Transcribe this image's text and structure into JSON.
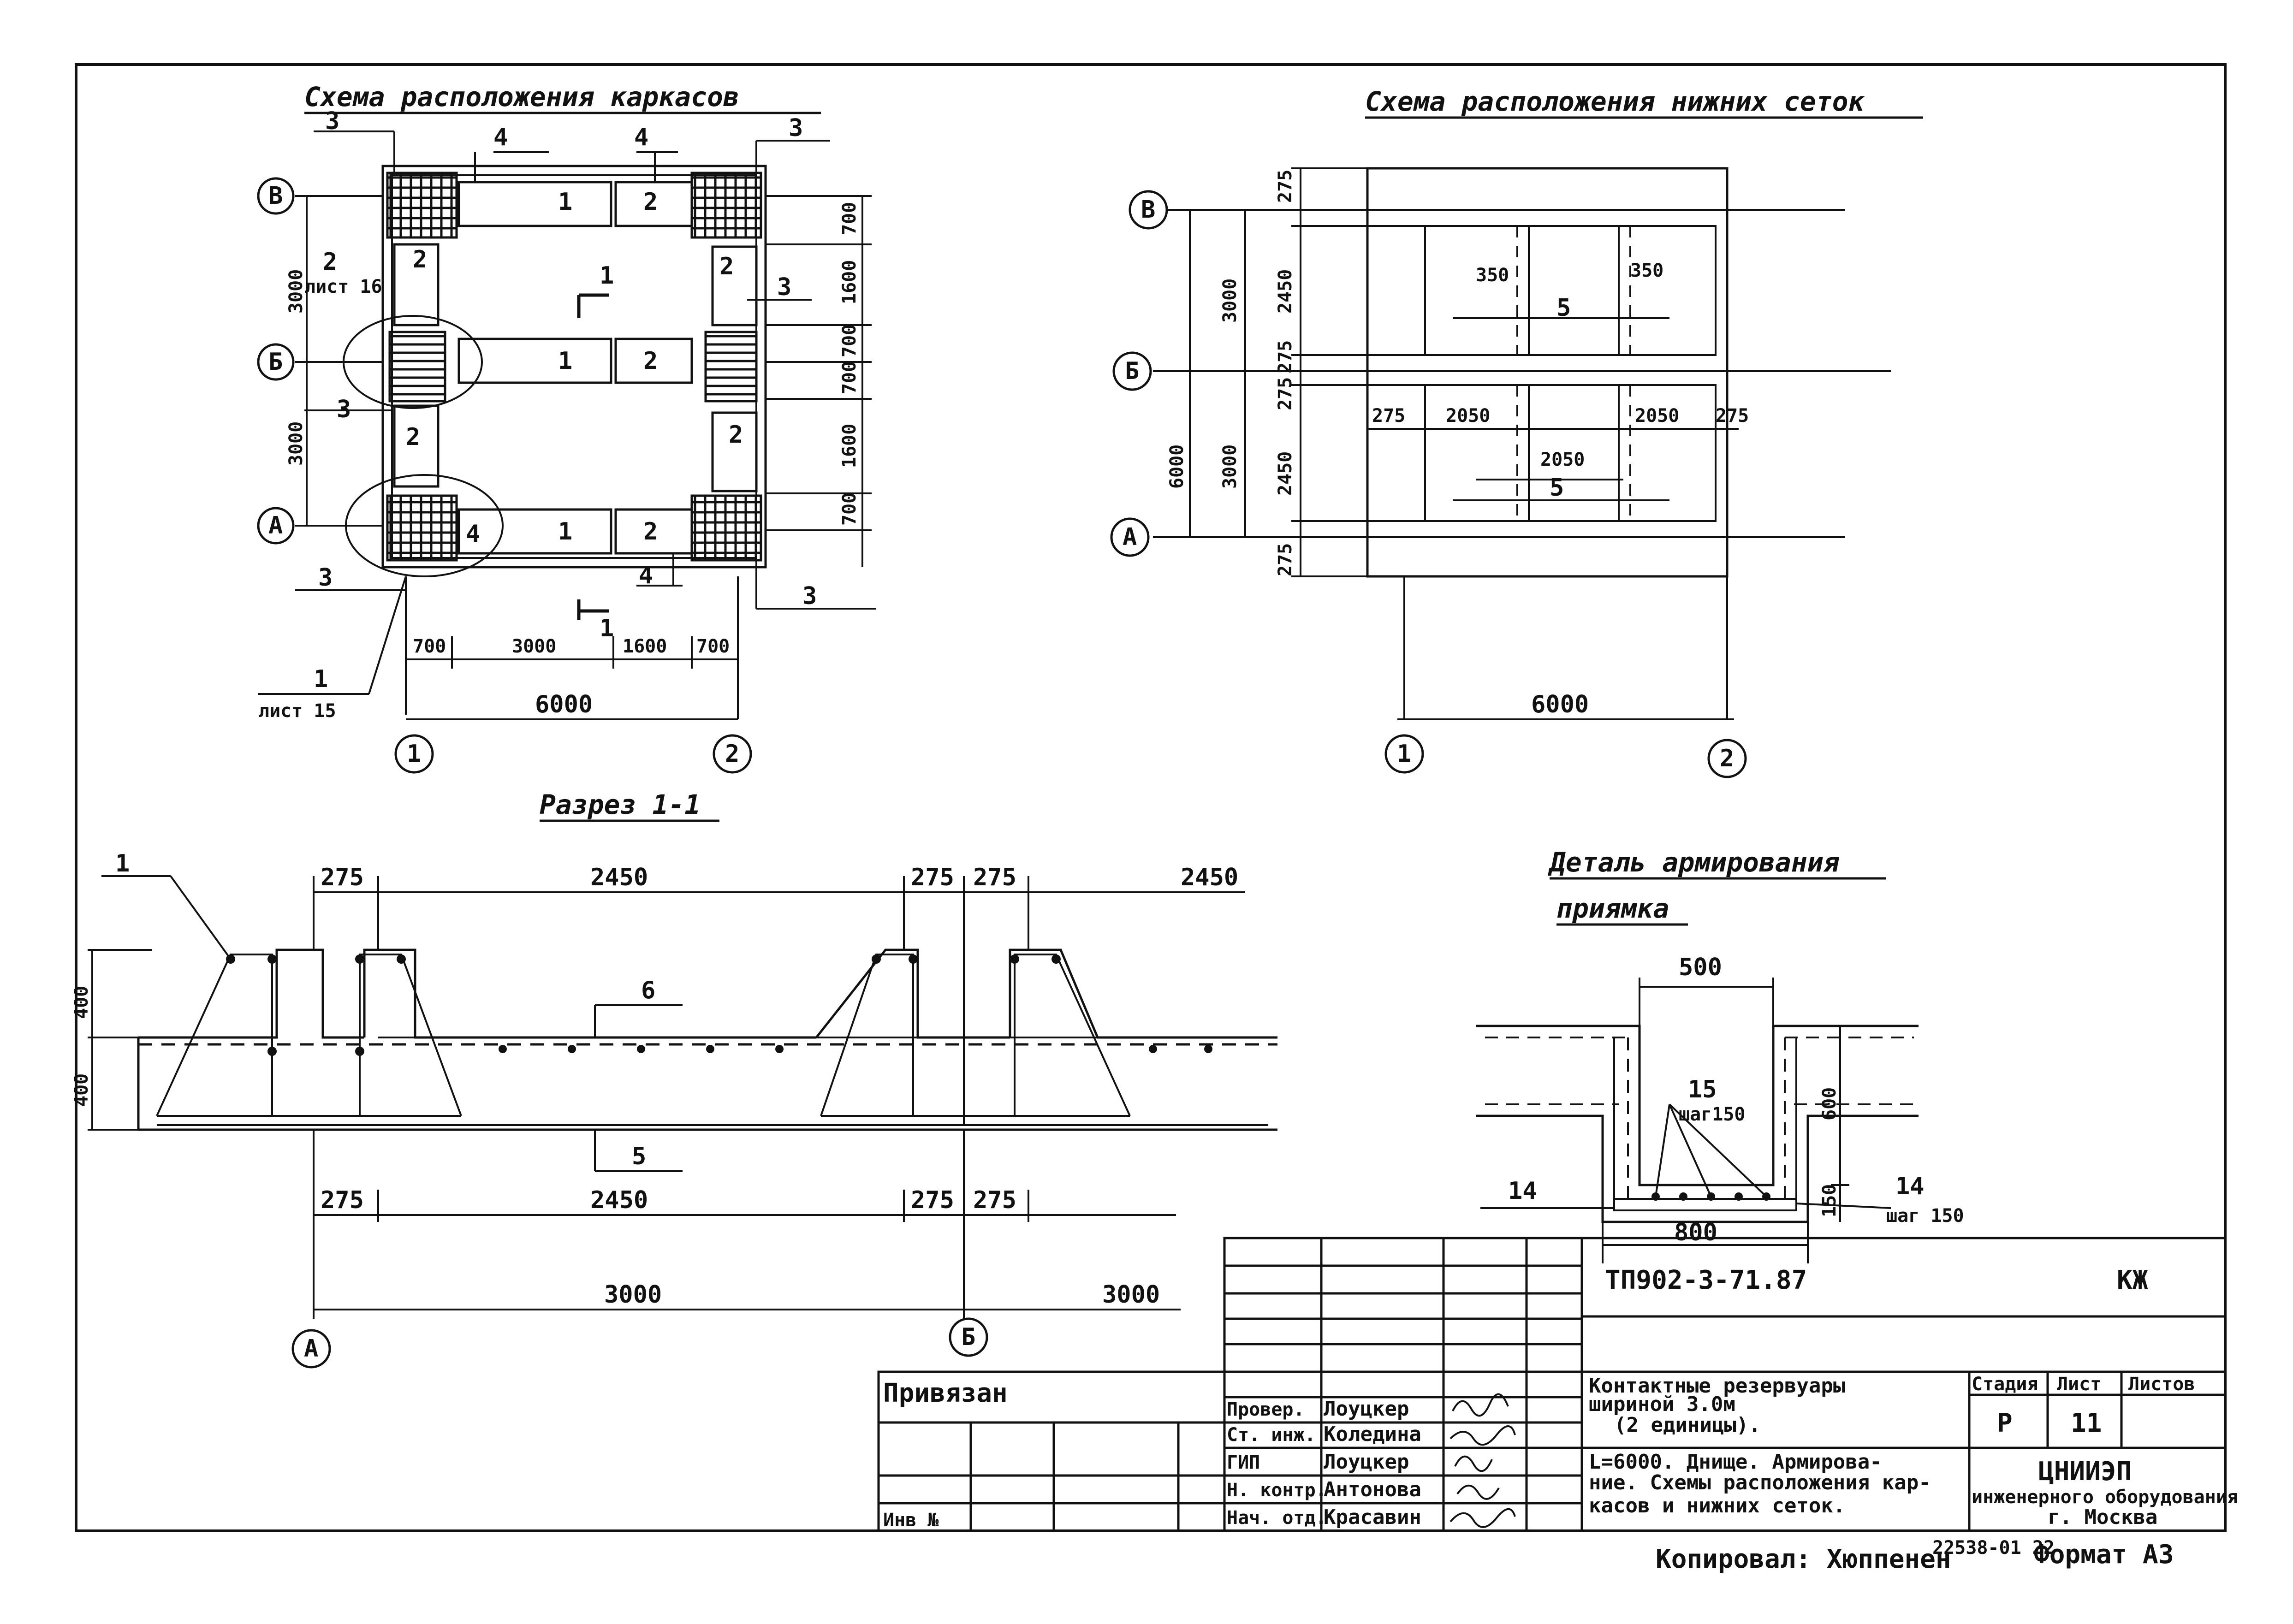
{
  "frames": {
    "title": "Схема расположения каркасов",
    "axes_letters": [
      "В",
      "Б",
      "А"
    ],
    "axes_numbers": [
      "1",
      "2"
    ],
    "dims_bottom": [
      "700",
      "3000",
      "1600",
      "700"
    ],
    "dim_total": "6000",
    "dims_left": [
      "3000",
      "3000"
    ],
    "dims_right": [
      "700",
      "1600",
      "700",
      "700",
      "1600",
      "700"
    ],
    "callouts": {
      "c1": "1",
      "c2": "2",
      "c3": "3",
      "c4": "4"
    },
    "sheet_ref": "лист 15",
    "sheet_ref_left": "лист 16",
    "section_mark": "1"
  },
  "nets": {
    "title": "Схема расположения нижних сеток",
    "dims_left": [
      "275",
      "2450",
      "275",
      "275",
      "2450",
      "275"
    ],
    "dims_left_outer": [
      "3000",
      "3000"
    ],
    "dim_total_left": "6000",
    "dim_350a": "350",
    "dim_350b": "350",
    "dims_mid": [
      "275",
      "2050",
      "2050",
      "275"
    ],
    "dim_2050_center": "2050",
    "dim_total": "6000",
    "callout_5": "5"
  },
  "section": {
    "title": "Разрез 1-1",
    "dims_top": [
      "275",
      "2450",
      "275",
      "275",
      "2450"
    ],
    "dims_bottom": [
      "275",
      "2450",
      "275",
      "275"
    ],
    "dims_axis": [
      "3000",
      "3000"
    ],
    "dims_vert": [
      "400",
      "400"
    ],
    "callouts": {
      "c1": "1",
      "c5": "5",
      "c6": "6"
    },
    "axes": [
      "А",
      "Б"
    ]
  },
  "pit": {
    "title_line1": "Деталь армирования",
    "title_line2": "приямка",
    "dim_top": "500",
    "dim_bottom": "800",
    "dim_600": "600",
    "dim_150": "150",
    "label_15": "15",
    "label_step_15": "шаг150",
    "label_14_left": "14",
    "label_14_right": "14",
    "label_step_14": "шаг 150"
  },
  "stamp": {
    "doc_code": "ТП902-3-71.87",
    "mark": "КЖ",
    "privyazan": "Привязан",
    "inv": "Инв №",
    "roles": [
      "Провер.",
      "Ст. инж.",
      "ГИП",
      "Н. контр.",
      "Нач. отд."
    ],
    "names": [
      "Лоуцкер",
      "Коледина",
      "Лоуцкер",
      "Антонова",
      "Красавин"
    ],
    "title_lines": [
      "Контактные резервуары",
      "шириной    3.0м",
      "(2 единицы)."
    ],
    "desc_lines": [
      "L=6000. Днище. Армирова-",
      "ние. Схемы расположения кар-",
      "касов и нижних сеток."
    ],
    "stage_label": "Стадия",
    "sheet_label": "Лист",
    "sheets_label": "Листов",
    "stage": "Р",
    "sheet": "11",
    "org": "ЦНИИЭП",
    "org_sub": "инженерного оборудования",
    "city": "г. Москва"
  },
  "footer": {
    "copied": "Копировал: Хюппенен",
    "number": "22538-01 22",
    "format": "Формат А3"
  }
}
